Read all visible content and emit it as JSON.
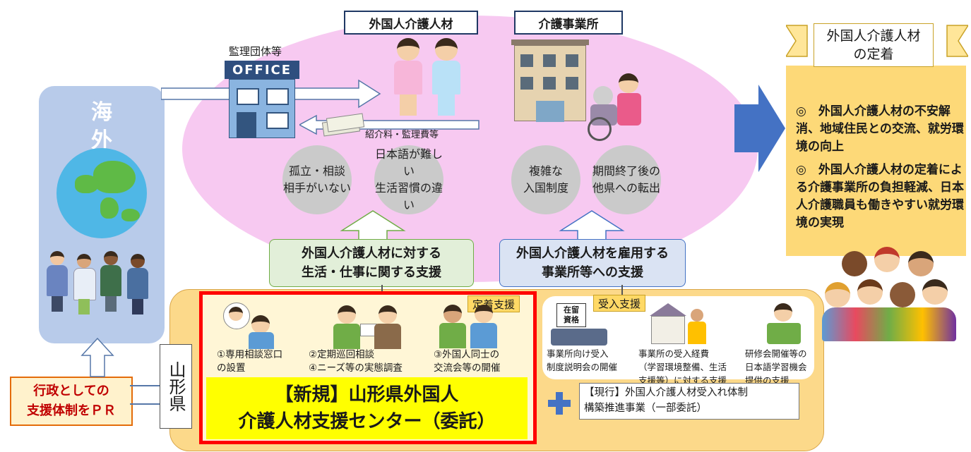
{
  "overseas": {
    "title": "海\n外"
  },
  "org": {
    "label": "監理団体等",
    "office_sign": "OFFICE",
    "fee_label": "紹介料・監理費等"
  },
  "headers": {
    "workers": "外国人介護人材",
    "facility": "介護事業所"
  },
  "problems": [
    {
      "text": "孤立・相談\n相手がいない"
    },
    {
      "text": "日本語が難しい\n生活習慣の違い"
    },
    {
      "text": "複雑な\n入国制度"
    },
    {
      "text": "期間終了後の\n他県への転出"
    }
  ],
  "support": {
    "green": "外国人介護人材に対する\n生活・仕事に関する支援",
    "blue": "外国人介護人材を雇用する\n事業所等への支援"
  },
  "settle_support": {
    "tag": "定着支援",
    "items": [
      {
        "text": "①専用相談窓口\nの設置"
      },
      {
        "text": "②定期巡回相談\n④ニーズ等の実態調査"
      },
      {
        "text": "③外国人同士の\n交流会等の開催"
      }
    ]
  },
  "new_center": "【新規】山形県外国人\n介護人材支援センター（委託）",
  "accept_support": {
    "tag": "受入支援",
    "visa_label": "在留\n資格",
    "items": [
      {
        "text": "事業所向け受入\n制度説明会の開催"
      },
      {
        "text": "事業所の受入経費\n（学習環境整備、生活\n支援等）に対する支援"
      },
      {
        "text": "研修会開催等の\n日本語学習機会\n提供の支援"
      }
    ]
  },
  "current": "【現行】外国人介護人材受入れ体制\n構築推進事業（一部委託）",
  "prefecture": "山形県",
  "pr": "行政としての\n支援体制をＰＲ",
  "result": {
    "title": "外国人介護人材\nの定着",
    "points": [
      "◎　外国人介護人材の不安解消、地域住民との交流、就労環境の向上",
      "◎　外国人介護人材の定着による介護事業所の負担軽減、日本人介護職員も働きやすい就労環境の実現"
    ]
  },
  "colors": {
    "ellipse": "#f7c9f1",
    "overseas": "#b8cbea",
    "big_arrow": "#4472c4",
    "highlight": "#ff0000",
    "new_banner": "#ffff00"
  }
}
